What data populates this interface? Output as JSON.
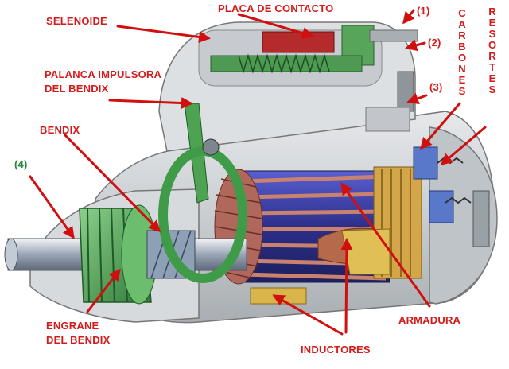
{
  "labels": {
    "selenoide": "SELENOIDE",
    "placa": "PLACA DE CONTACTO",
    "n1": "(1)",
    "n2": "(2)",
    "n3": "(3)",
    "n4": "(4)",
    "palanca_line1": "PALANCA IMPULSORA",
    "palanca_line2": "DEL BENDIX",
    "bendix": "BENDIX",
    "engrane_line1": "ENGRANE",
    "engrane_line2": "DEL BENDIX",
    "inductores": "INDUCTORES",
    "armadura": "ARMADURA",
    "carbones": "CARBONES",
    "resortes": "RESORTES"
  },
  "colors": {
    "label_red": "#d41a1a",
    "label_green": "#1f8a3a",
    "arrow_red": "#d10f0f",
    "housing": "#cfd3d6",
    "armature_blue": "#3b3fa8",
    "armature_copper": "#b0675c",
    "bendix_green": "#3f9b48",
    "field_yellow": "#d9b44a"
  }
}
